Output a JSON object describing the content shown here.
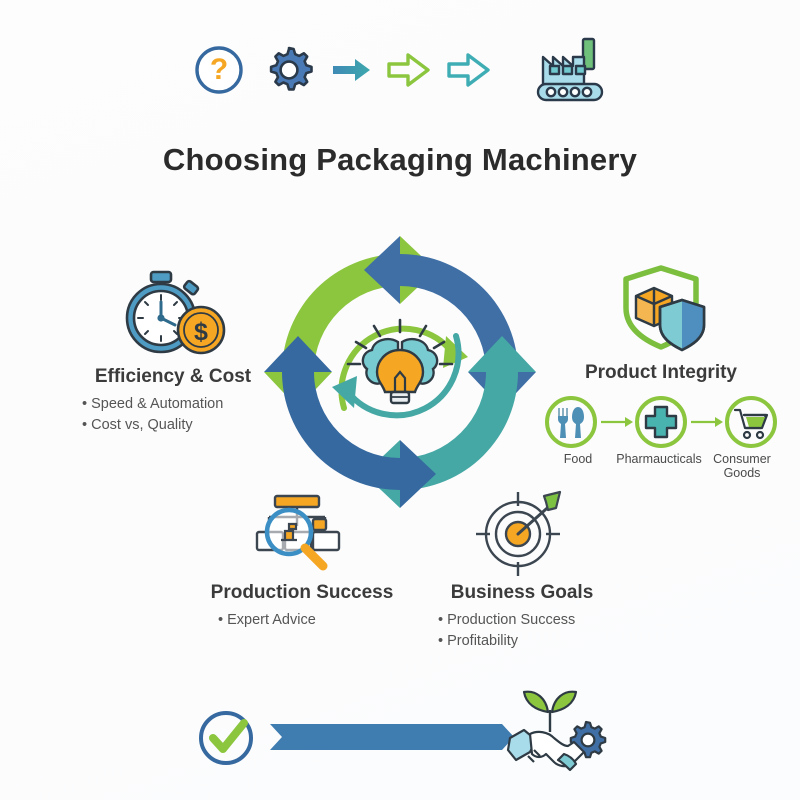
{
  "page": {
    "title": "Choosing Packaging Machinery",
    "background_color": "#fdfdfd"
  },
  "colors": {
    "blue_dark": "#36699f",
    "blue_steel": "#3f6fa5",
    "blue_light": "#a8dcea",
    "green": "#8cc63f",
    "green_leaf": "#7cc142",
    "teal": "#45a8a4",
    "teal_light": "#7fcbd4",
    "orange": "#f5a623",
    "orange_light": "#f6a93b",
    "ink": "#2f2f2f",
    "text_body": "#555555"
  },
  "header_strip": {
    "items": [
      {
        "icon": "question-mark-circle-icon",
        "label": "question"
      },
      {
        "icon": "gear-icon",
        "label": "gear"
      },
      {
        "icon": "arrow-right-solid-icon",
        "label": "arrow"
      },
      {
        "icon": "chevron-right-green-icon",
        "label": "chevron green"
      },
      {
        "icon": "chevron-right-teal-icon",
        "label": "chevron teal"
      },
      {
        "icon": "factory-icon",
        "label": "factory"
      }
    ]
  },
  "cycle": {
    "center_icon": "brain-lightbulb-icon",
    "outer_arrows": [
      {
        "name": "arrow-top-left",
        "color": "#8cc63f"
      },
      {
        "name": "arrow-top-right",
        "color": "#3f6fa5"
      },
      {
        "name": "arrow-bottom-right",
        "color": "#45a8a4"
      },
      {
        "name": "arrow-bottom-left",
        "color": "#36699f"
      }
    ],
    "inner_arrows": [
      {
        "name": "inner-arrow-green",
        "color": "#8cc63f"
      },
      {
        "name": "inner-arrow-teal",
        "color": "#45a8a4"
      }
    ]
  },
  "blocks": {
    "efficiency": {
      "icon": "stopwatch-coin-icon",
      "heading": "Efficiency & Cost",
      "bullets": [
        "Speed & Automation",
        "Cost vs, Quality"
      ]
    },
    "integrity": {
      "icon": "shield-package-icon",
      "heading": "Product Integrity",
      "chain": [
        {
          "icon": "cutlery-icon",
          "label": "Food"
        },
        {
          "icon": "medical-cross-icon",
          "label": "Pharmaucticals"
        },
        {
          "icon": "shopping-cart-icon",
          "label": "Consumer Goods"
        }
      ]
    },
    "production": {
      "icon": "magnifier-orgchart-icon",
      "heading": "Production Success",
      "bullets": [
        "Expert Advice"
      ]
    },
    "goals": {
      "icon": "target-arrow-icon",
      "heading": "Business Goals",
      "bullets": [
        "Production Success",
        "Profitability"
      ]
    }
  },
  "banner": {
    "left_icon": "check-circle-icon",
    "ribbon_color": "#3f7cb0",
    "ribbon_text": "",
    "right_icon": "handshake-plant-gear-icon"
  }
}
